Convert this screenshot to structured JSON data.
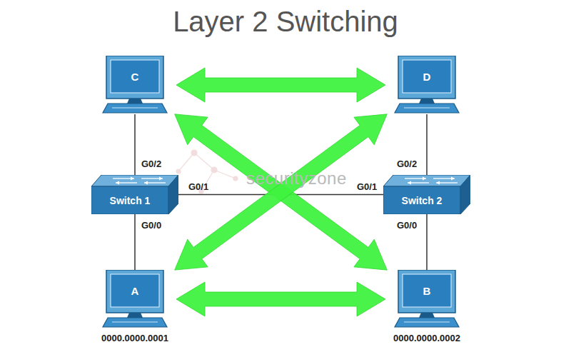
{
  "diagram": {
    "title": "Layer 2 Switching",
    "nodes": [
      {
        "text": [
          "C"
        ]
      },
      {
        "text": [
          "D"
        ]
      },
      {
        "text": [
          "Switch 1"
        ]
      },
      {
        "text": [
          "Switch 2"
        ]
      },
      {
        "text": [
          "A",
          "0000.0000.0001"
        ]
      },
      {
        "text": [
          "B",
          "0000.0000.0002"
        ]
      }
    ],
    "edges": [
      {
        "from": 0,
        "to": 2,
        "arrow": "none"
      },
      {
        "from": 1,
        "to": 3,
        "arrow": "none"
      },
      {
        "from": 2,
        "to": 3,
        "arrow": "none"
      },
      {
        "from": 2,
        "to": 4,
        "arrow": "none"
      },
      {
        "from": 3,
        "to": 5,
        "arrow": "none"
      },
      {
        "from": 0,
        "to": 1,
        "arrow": "both"
      },
      {
        "from": 0,
        "to": 5,
        "arrow": "both"
      },
      {
        "from": 1,
        "to": 4,
        "arrow": "both"
      },
      {
        "from": 4,
        "to": 5,
        "arrow": "both"
      }
    ],
    "labels": [
      "G0/2",
      "G0/1",
      "G0/0",
      "G0/1",
      "G0/2",
      "G0/0",
      "securityzone"
    ]
  }
}
